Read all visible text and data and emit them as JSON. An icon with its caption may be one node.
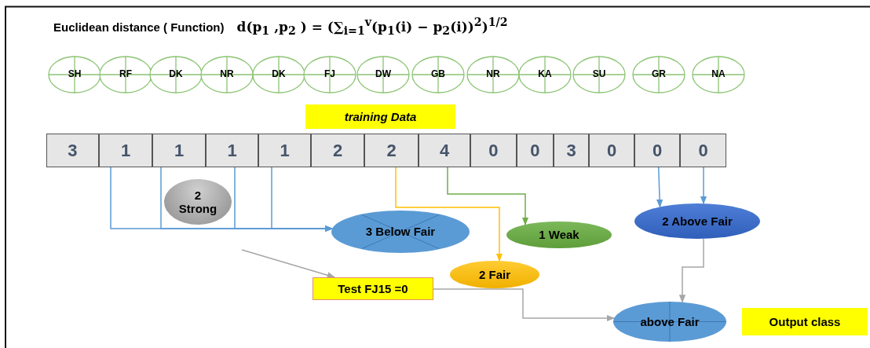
{
  "diagram": {
    "title": "Euclidean distance ( Function)",
    "nodes": [
      {
        "text": [
          "SH"
        ]
      },
      {
        "text": [
          "RF"
        ]
      },
      {
        "text": [
          "DK"
        ]
      },
      {
        "text": [
          "NR"
        ]
      },
      {
        "text": [
          "DK"
        ]
      },
      {
        "text": [
          "FJ"
        ]
      },
      {
        "text": [
          "DW"
        ]
      },
      {
        "text": [
          "GB"
        ]
      },
      {
        "text": [
          "NR"
        ]
      },
      {
        "text": [
          "KA"
        ]
      },
      {
        "text": [
          "SU"
        ]
      },
      {
        "text": [
          "GR"
        ]
      },
      {
        "text": [
          "NA"
        ]
      },
      {
        "text": [
          "training Data"
        ]
      },
      {
        "text": [
          "3"
        ]
      },
      {
        "text": [
          "1"
        ]
      },
      {
        "text": [
          "1"
        ]
      },
      {
        "text": [
          "1"
        ]
      },
      {
        "text": [
          "1"
        ]
      },
      {
        "text": [
          "2"
        ]
      },
      {
        "text": [
          "2"
        ]
      },
      {
        "text": [
          "4"
        ]
      },
      {
        "text": [
          "0"
        ]
      },
      {
        "text": [
          "0"
        ]
      },
      {
        "text": [
          "3"
        ]
      },
      {
        "text": [
          "0"
        ]
      },
      {
        "text": [
          "0"
        ]
      },
      {
        "text": [
          "0"
        ]
      },
      {
        "text": [
          "2 Strong"
        ]
      },
      {
        "text": [
          "3 Below Fair"
        ]
      },
      {
        "text": [
          "1 Weak"
        ]
      },
      {
        "text": [
          "2 Above Fair"
        ]
      },
      {
        "text": [
          "2 Fair"
        ]
      },
      {
        "text": [
          "Test FJ15 =0"
        ]
      },
      {
        "text": [
          "above Fair"
        ]
      },
      {
        "text": [
          "Output class"
        ]
      }
    ],
    "edges": [
      {
        "from": 15,
        "to": 29,
        "arrow": "to"
      },
      {
        "from": 16,
        "to": 29,
        "arrow": "to"
      },
      {
        "from": 17,
        "to": 29,
        "arrow": "to"
      },
      {
        "from": 18,
        "to": 29,
        "arrow": "to"
      },
      {
        "from": 20,
        "to": 32,
        "arrow": "to",
        "color": "#ffc000"
      },
      {
        "from": 21,
        "to": 30,
        "arrow": "to",
        "color": "#70ad47"
      },
      {
        "from": 26,
        "to": 31,
        "arrow": "to"
      },
      {
        "from": 27,
        "to": 31,
        "arrow": "to"
      },
      {
        "from": 31,
        "to": 34,
        "arrow": "to",
        "color": "#a6a6a6"
      },
      {
        "from": 33,
        "to": 34,
        "arrow": "to",
        "color": "#a6a6a6"
      },
      {
        "from": null,
        "to": 33,
        "arrow": "to",
        "color": "#a6a6a6"
      }
    ],
    "labels": [
      "d(p$_{1}$ ,p$_{2}$ ) = (∑$_{i=1}$$^{v}$(p$_{1}$(i) − p$_{2}$(i))$^{2}$)$^{1/2}$"
    ]
  }
}
